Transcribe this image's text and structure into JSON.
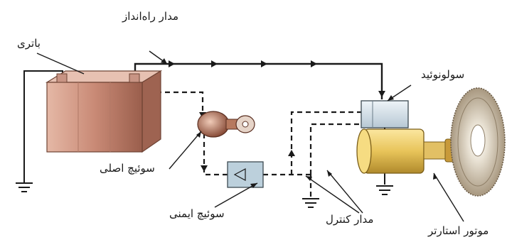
{
  "labels": {
    "starter_circuit": "مدار راه‌انداز",
    "battery": "باتری",
    "solenoid": "سولونوئید",
    "main_switch": "سوئیچ اصلی",
    "safety_switch": "سوئیچ ایمنی",
    "control_circuit": "مدار کنترل",
    "starter_motor": "موتور استارتر"
  },
  "colors": {
    "wire": "#1a1a1a",
    "battery_body": "#c98a76",
    "motor_body": "#e8c45a",
    "flywheel": "#c9b89c",
    "solenoid": "#d6e2ea",
    "switch": "#bcd0dc",
    "key": "#a86a52"
  }
}
